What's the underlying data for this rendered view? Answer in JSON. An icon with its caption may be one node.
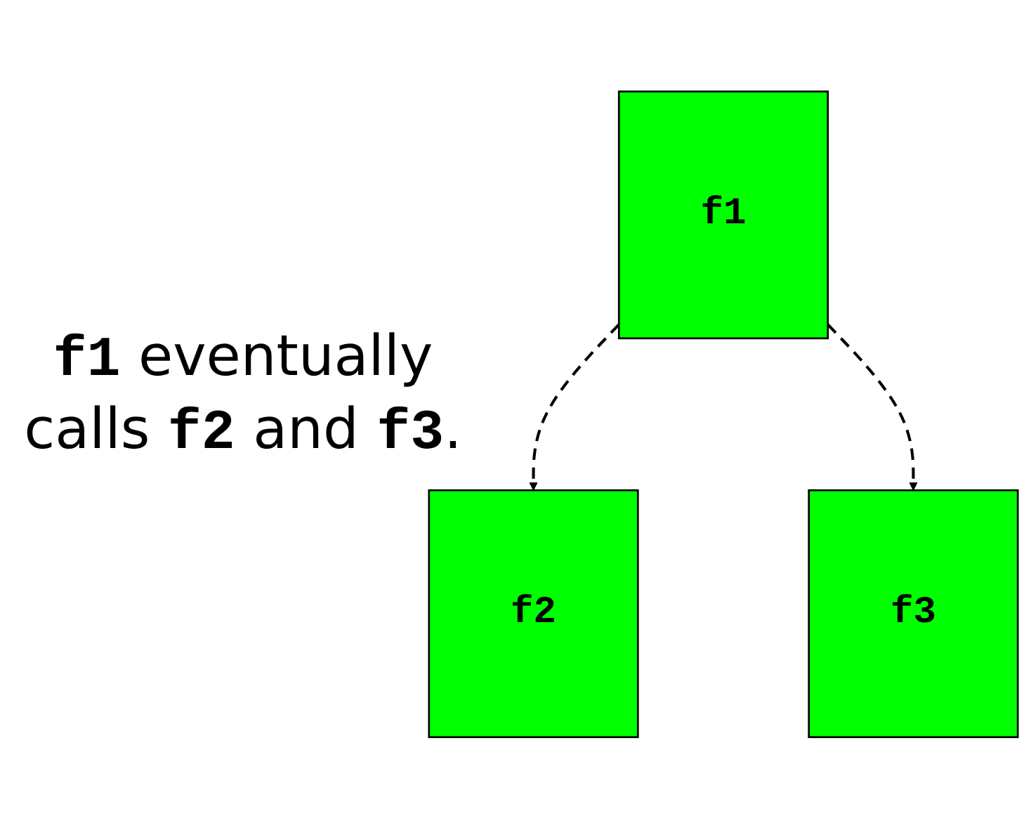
{
  "diagram": {
    "nodes": [
      {
        "text": [
          "f1"
        ]
      },
      {
        "text": [
          "f2"
        ]
      },
      {
        "text": [
          "f3"
        ]
      }
    ],
    "edges": [
      {
        "from": 0,
        "to": 1,
        "arrow": "to",
        "style": "dashed"
      },
      {
        "from": 0,
        "to": 2,
        "arrow": "to",
        "style": "dashed"
      }
    ],
    "labels": [
      "**f1** eventually calls **f2** and **f3**."
    ]
  }
}
